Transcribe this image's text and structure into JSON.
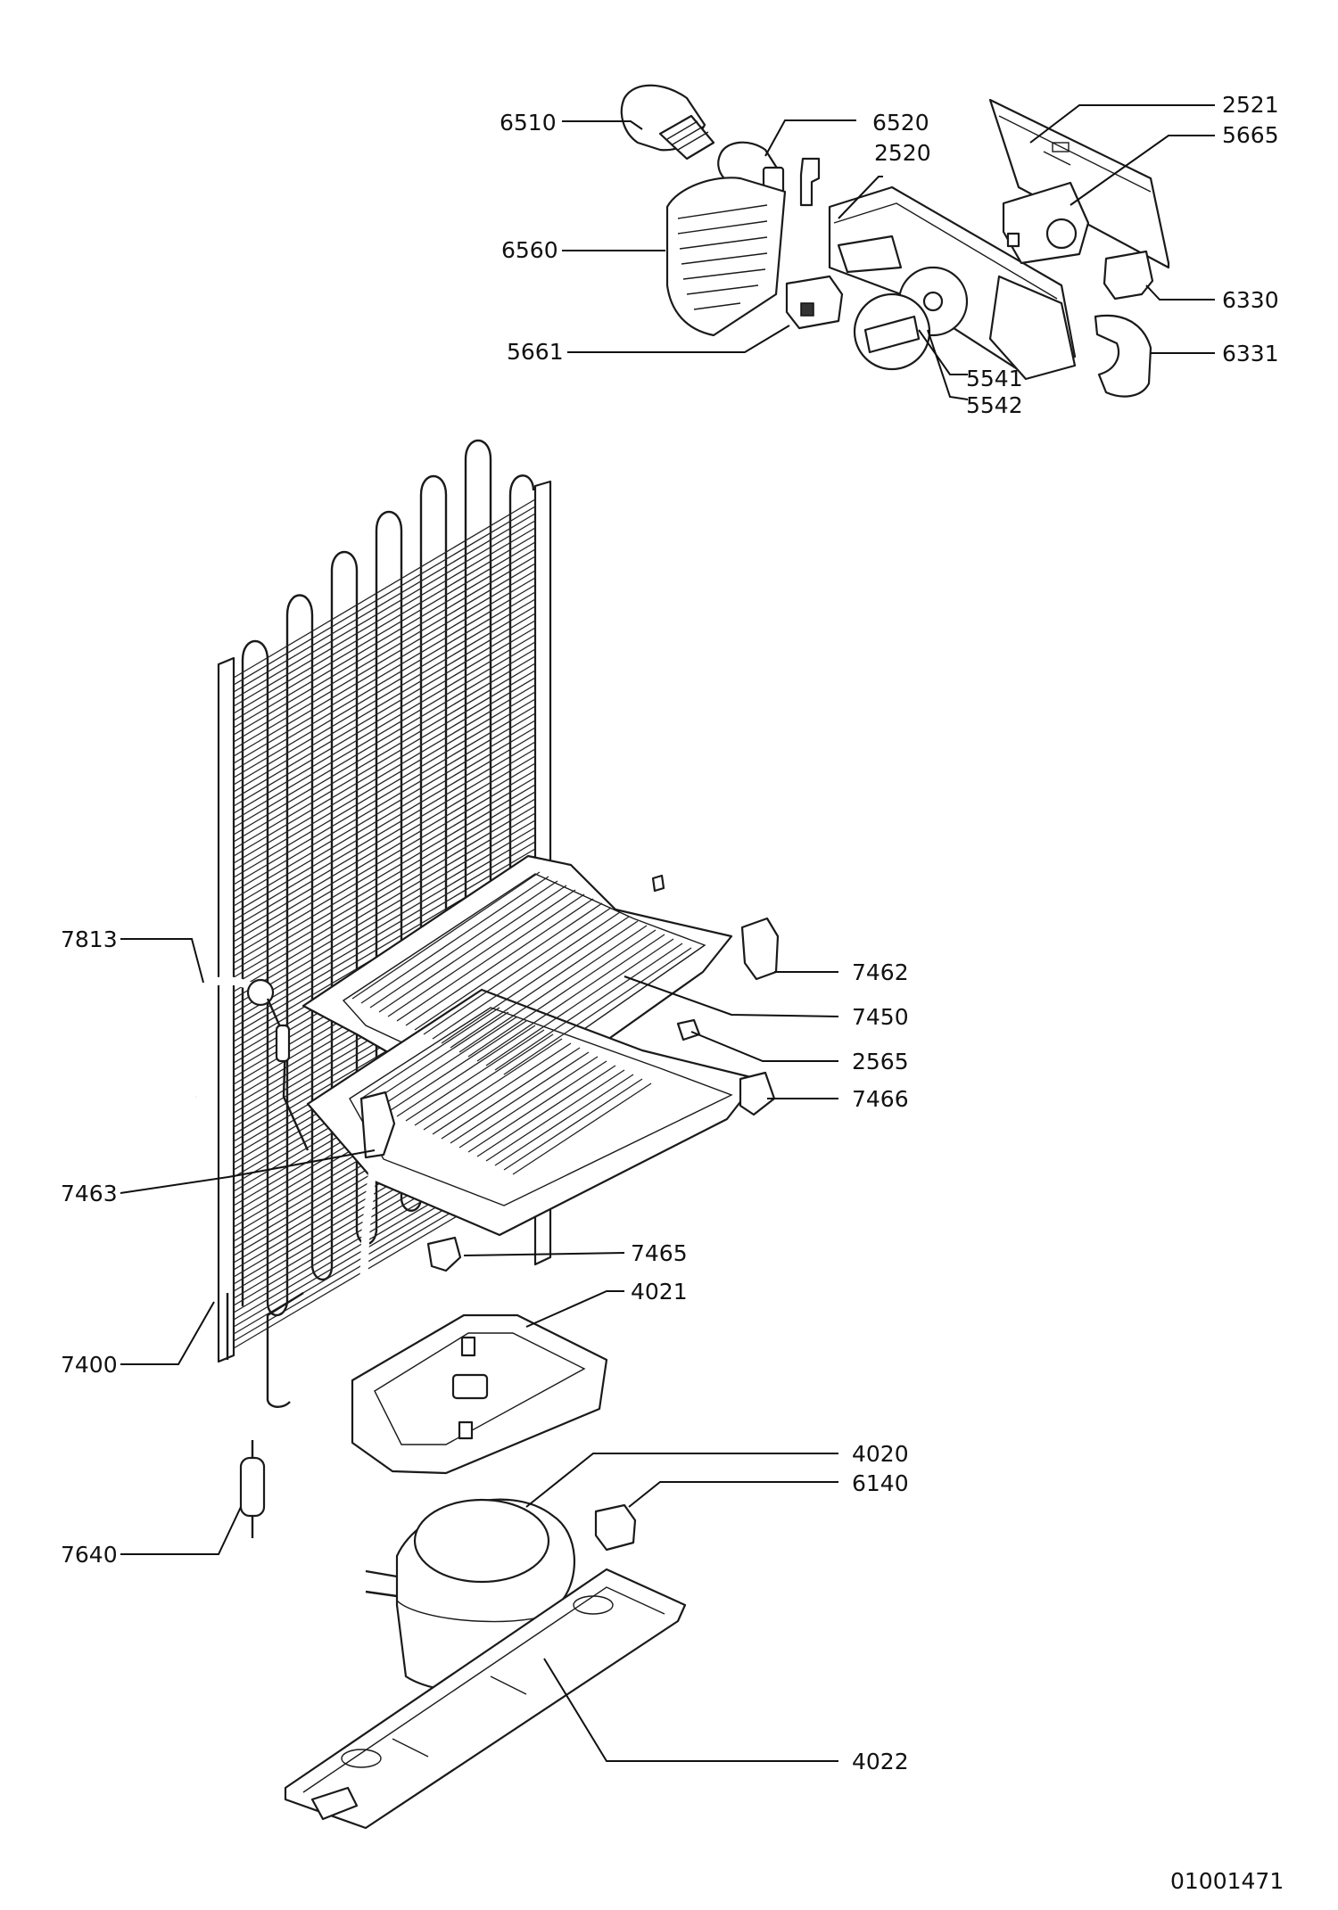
{
  "document_id": "01001471",
  "parts": {
    "p6510": "6510",
    "p6520": "6520",
    "p2520": "2520",
    "p2521": "2521",
    "p5665": "5665",
    "p6560": "6560",
    "p6330": "6330",
    "p5661": "5661",
    "p6331": "6331",
    "p5541": "5541",
    "p5542": "5542",
    "p7813": "7813",
    "p7462": "7462",
    "p7450": "7450",
    "p2565": "2565",
    "p7466": "7466",
    "p7463": "7463",
    "p7465": "7465",
    "p4021": "4021",
    "p7400": "7400",
    "p4020": "4020",
    "p6140": "6140",
    "p7640": "7640",
    "p4022": "4022"
  },
  "colors": {
    "line": "#1a1a1a",
    "background": "#ffffff"
  }
}
